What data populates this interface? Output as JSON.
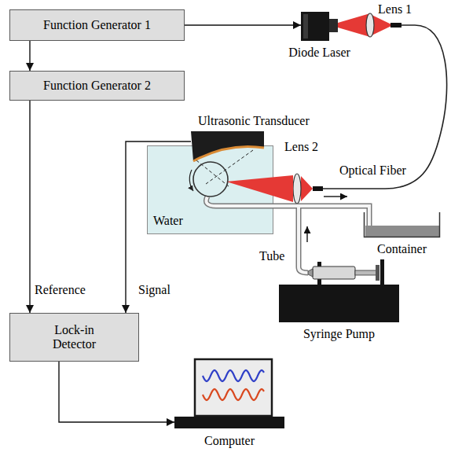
{
  "diagram": {
    "nodes": [
      {
        "text": [
          "Function Generator 1"
        ]
      },
      {
        "text": [
          "Diode Laser"
        ]
      },
      {
        "text": [
          "Function Generator 2"
        ]
      },
      {
        "text": [
          "Water"
        ]
      },
      {
        "text": [
          "Ultrasonic Transducer"
        ]
      },
      {
        "text": [
          "Container"
        ]
      },
      {
        "text": [
          "Syringe Pump"
        ]
      },
      {
        "text": [
          "Lock-in Detector"
        ]
      },
      {
        "text": [
          "Computer"
        ]
      }
    ],
    "edges": [
      {
        "from": 0,
        "to": 1,
        "arrow": "to"
      },
      {
        "from": 0,
        "to": 2,
        "arrow": "to"
      },
      {
        "from": 2,
        "to": 7,
        "label": "Reference",
        "arrow": "to"
      },
      {
        "from": 4,
        "to": 7,
        "label": "Signal",
        "arrow": "to"
      },
      {
        "from": 7,
        "to": 8,
        "arrow": "to"
      }
    ],
    "labels": [
      "Lens 1",
      "Lens 2",
      "Optical Fiber",
      "Tube"
    ]
  }
}
